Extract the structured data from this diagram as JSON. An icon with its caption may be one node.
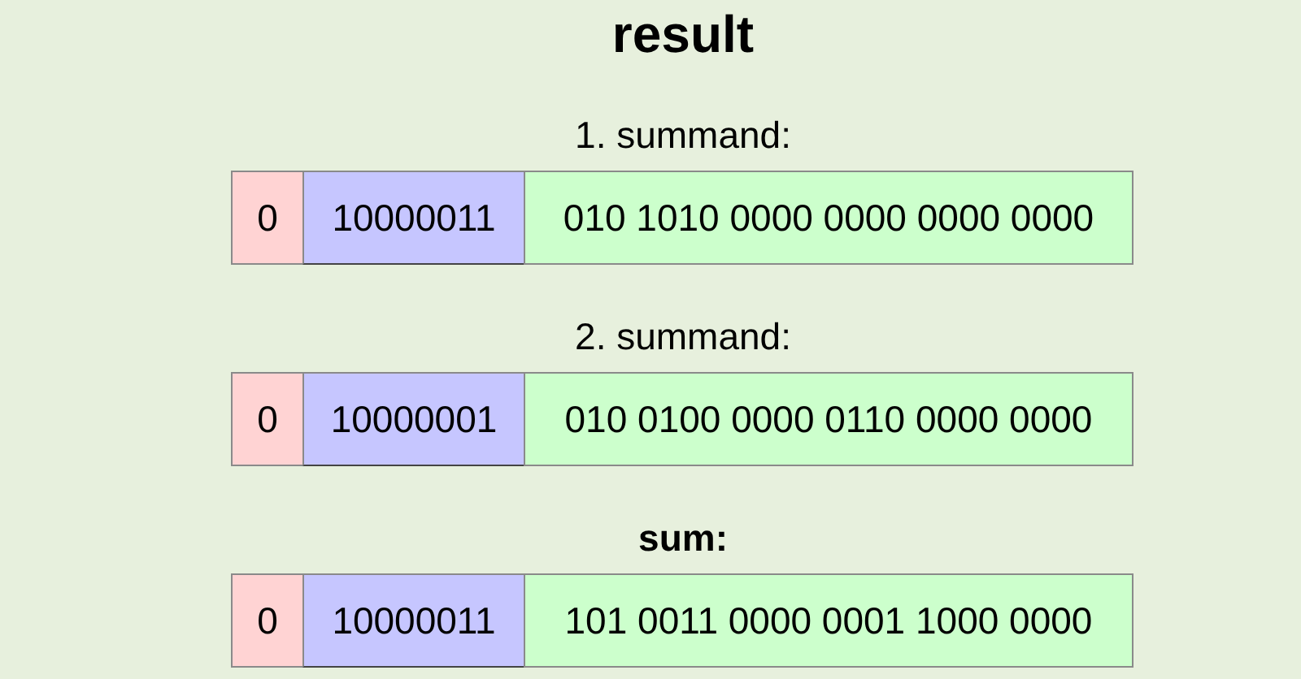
{
  "diagram": {
    "title": "result",
    "nodes": [
      {
        "text": [
          "0"
        ]
      },
      {
        "text": [
          "10000011"
        ]
      },
      {
        "text": [
          "010 1010 0000 0000 0000 0000"
        ]
      },
      {
        "text": [
          "0"
        ]
      },
      {
        "text": [
          "10000001"
        ]
      },
      {
        "text": [
          "010 0100 0000 0110 0000 0000"
        ]
      },
      {
        "text": [
          "0"
        ]
      },
      {
        "text": [
          "10000011"
        ]
      },
      {
        "text": [
          "101 0011 0000 0001 1000 0000"
        ]
      }
    ],
    "labels": [
      "1. summand:",
      "2. summand:",
      "sum:"
    ]
  }
}
